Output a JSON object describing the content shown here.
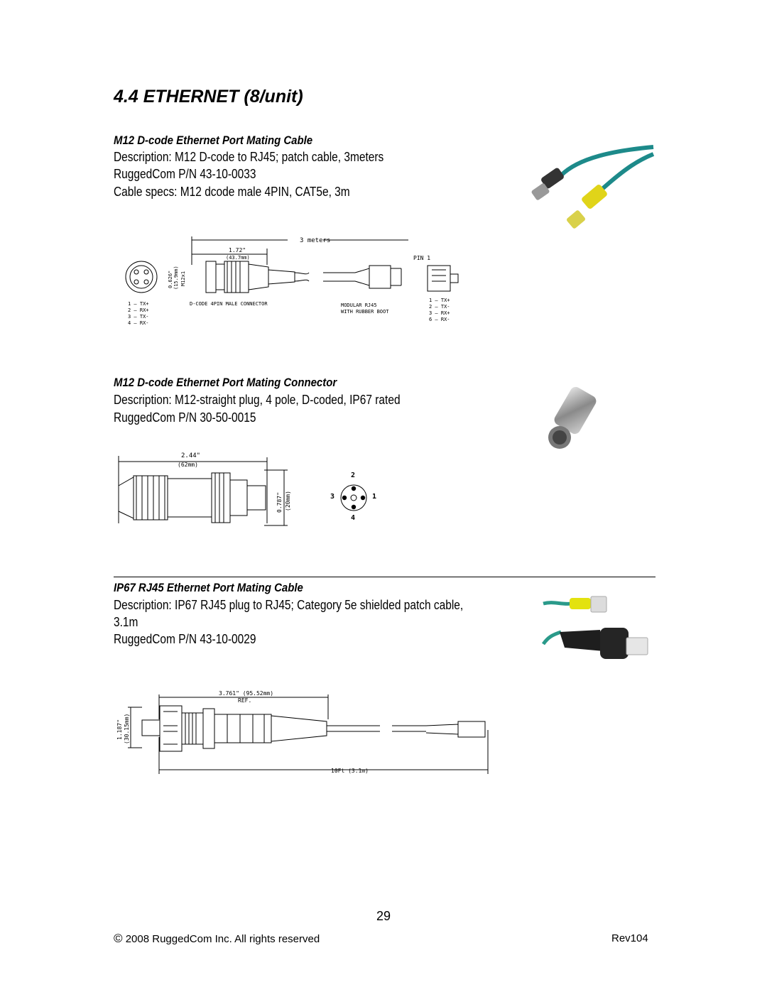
{
  "page": {
    "heading": "4.4 ETHERNET (8/unit)"
  },
  "sections": [
    {
      "title": "M12 D-code Ethernet Port Mating Cable",
      "lines": [
        "Description: M12 D-code to RJ45; patch cable, 3meters",
        "RuggedCom P/N 43-10-0033",
        "Cable specs: M12 dcode male 4PIN, CAT5e, 3m"
      ],
      "diagram": {
        "length_label": "3 meters",
        "dim1": "1.72\"",
        "dim1_mm": "(43.7mm)",
        "dim2": "0.626\"",
        "dim2_mm": "(15.9mm)",
        "dim3": "M12x1",
        "pin_label": "PIN 1",
        "left_pins": [
          "1 — TX+",
          "2 — RX+",
          "3 — TX-",
          "4 — RX-"
        ],
        "connector_label": "D-CODE 4PIN MALE CONNECTOR",
        "rj45_label_1": "MODULAR RJ45",
        "rj45_label_2": "WITH RUBBER BOOT",
        "right_pins": [
          "1 — TX+",
          "2 — TX-",
          "3 — RX+",
          "6 — RX-"
        ]
      }
    },
    {
      "title": "M12 D-code Ethernet Port Mating Connector",
      "lines": [
        "Description: M12-straight plug, 4 pole, D-coded, IP67 rated",
        "RuggedCom P/N 30-50-0015"
      ],
      "diagram": {
        "length": "2.44\"",
        "length_mm": "(62mm)",
        "dia": "0.787\"",
        "dia_mm": "(20mm)",
        "pins": [
          "2",
          "3",
          "1",
          "4"
        ]
      }
    },
    {
      "title": "IP67 RJ45  Ethernet Port Mating Cable",
      "lines": [
        "Description: IP67 RJ45 plug to RJ45; Category 5e shielded patch cable,",
        "3.1m",
        "RuggedCom P/N 43-10-0029"
      ],
      "diagram": {
        "top_dim": "3.761\" (95.52mm)",
        "top_ref": "REF.",
        "height_dim": "1.187\"",
        "height_mm": "(30.15mm)",
        "bottom_dim": "10Ft (3.1m)"
      }
    }
  ],
  "footer": {
    "page_number": "29",
    "copyright_symbol": "©",
    "copyright": "2008 RuggedCom Inc. All rights reserved",
    "revision": "Rev104"
  }
}
